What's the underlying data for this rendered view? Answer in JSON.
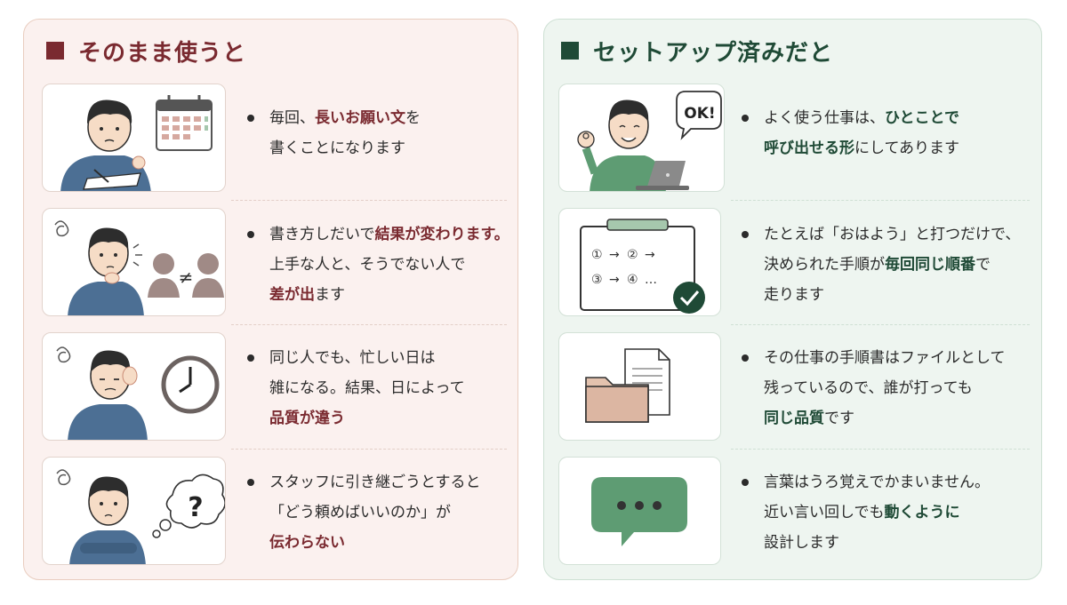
{
  "left": {
    "title": "そのまま使うと",
    "items": [
      {
        "lines": [
          [
            {
              "t": "毎回、"
            },
            {
              "t": "長いお願い文",
              "h": 1
            },
            {
              "t": "を"
            }
          ],
          [
            {
              "t": "書くことになります"
            }
          ]
        ]
      },
      {
        "lines": [
          [
            {
              "t": "書き方しだいで"
            },
            {
              "t": "結果が変わります。",
              "h": 1
            }
          ],
          [
            {
              "t": "上手な人と、そうでない人で"
            }
          ],
          [
            {
              "t": "差が出",
              "h": 1
            },
            {
              "t": "ます"
            }
          ]
        ]
      },
      {
        "lines": [
          [
            {
              "t": "同じ人でも、忙しい日は"
            }
          ],
          [
            {
              "t": "雑になる。結果、日によって"
            }
          ],
          [
            {
              "t": "品質が違う",
              "h": 1
            }
          ]
        ]
      },
      {
        "lines": [
          [
            {
              "t": "スタッフに引き継ごうとすると"
            }
          ],
          [
            {
              "t": "「どう頼めばいいのか」が"
            }
          ],
          [
            {
              "t": "伝わらない",
              "h": 1
            }
          ]
        ]
      }
    ]
  },
  "right": {
    "title": "セットアップ済みだと",
    "items": [
      {
        "lines": [
          [
            {
              "t": "よく使う仕事は、"
            },
            {
              "t": "ひとことで",
              "h": 1
            }
          ],
          [
            {
              "t": "呼び出せる形",
              "h": 1
            },
            {
              "t": "にしてあります"
            }
          ]
        ]
      },
      {
        "lines": [
          [
            {
              "t": "たとえば「おはよう」と打つだけで、"
            }
          ],
          [
            {
              "t": "決められた手順が"
            },
            {
              "t": "毎回同じ順番",
              "h": 1
            },
            {
              "t": "で"
            }
          ],
          [
            {
              "t": "走ります"
            }
          ]
        ]
      },
      {
        "lines": [
          [
            {
              "t": "その仕事の手順書はファイルとして"
            }
          ],
          [
            {
              "t": "残っているので、誰が打っても"
            }
          ],
          [
            {
              "t": "同じ品質",
              "h": 1
            },
            {
              "t": "です"
            }
          ]
        ]
      },
      {
        "lines": [
          [
            {
              "t": "言葉はうろ覚えでかまいません。"
            }
          ],
          [
            {
              "t": "近い言い回しでも"
            },
            {
              "t": "動くように",
              "h": 1
            }
          ],
          [
            {
              "t": "設計します"
            }
          ]
        ]
      }
    ]
  },
  "illustrations": {
    "ok_bubble": "OK!",
    "question_mark": "?",
    "not_equal": "≠",
    "steps": [
      "①",
      "→",
      "②",
      "→",
      "③",
      "→",
      "④",
      "…"
    ],
    "colors": {
      "red": "#7a2a30",
      "green": "#1f4a36",
      "shirt_blue": "#4c6f94",
      "shirt_green": "#5e9c73",
      "hair": "#2d2d2d",
      "skin": "#f6dcc6"
    }
  }
}
